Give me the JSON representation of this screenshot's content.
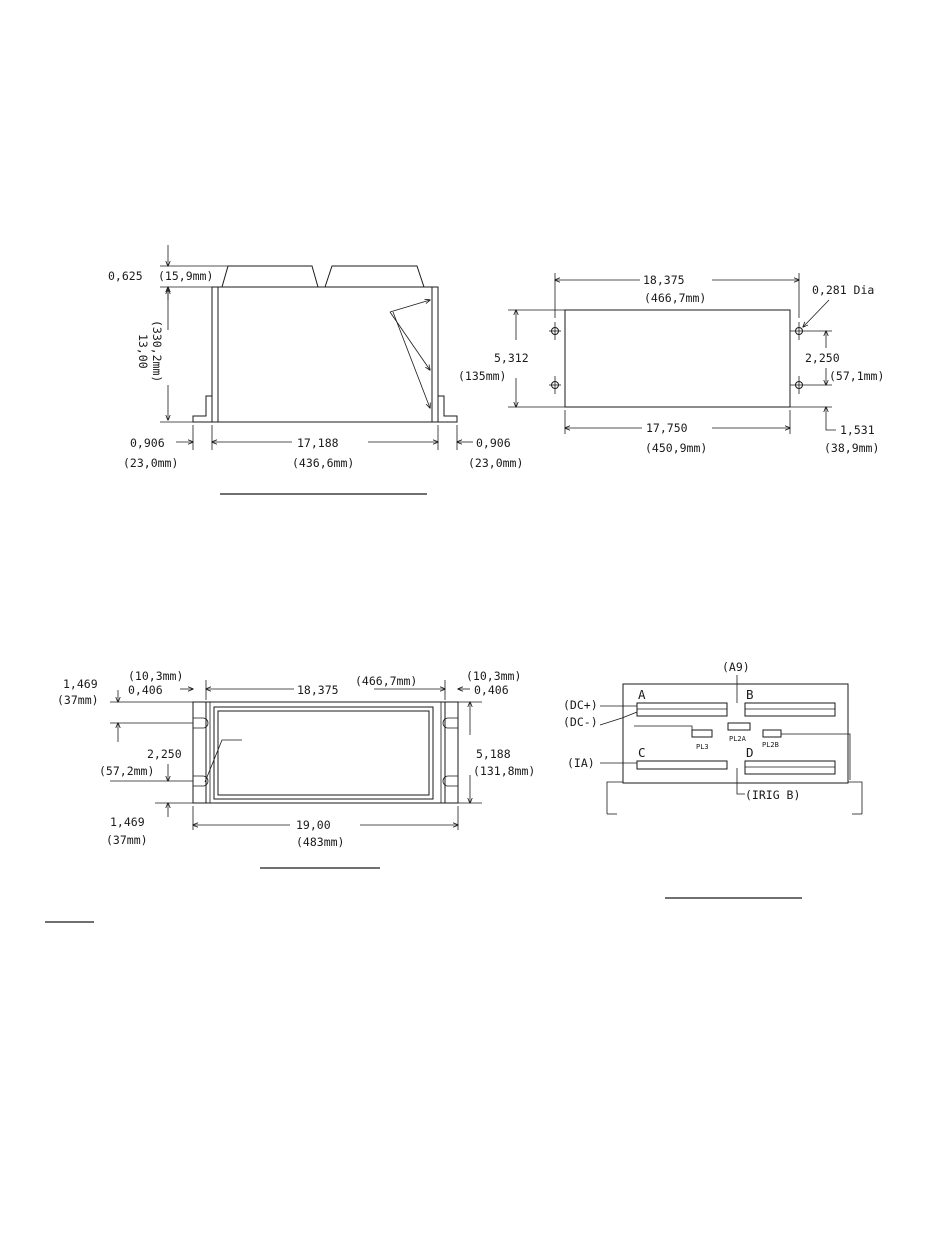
{
  "side_view": {
    "top_offset": "0,625",
    "top_offset_mm": "(15,9mm)",
    "height": "13,00",
    "height_mm": "(330,2mm)",
    "left_margin": "0,906",
    "left_margin_mm": "(23,0mm)",
    "width": "17,188",
    "width_mm": "(436,6mm)",
    "right_margin": "0,906",
    "right_margin_mm": "(23,0mm)"
  },
  "front_view": {
    "width": "18,375",
    "width_mm": "(466,7mm)",
    "hole_dia": "0,281 Dia",
    "height": "5,312",
    "height_mm": "(135mm)",
    "hole_spacing": "2,250",
    "hole_spacing_mm": "(57,1mm)",
    "inner_width": "17,750",
    "inner_width_mm": "(450,9mm)",
    "bottom_offset": "1,531",
    "bottom_offset_mm": "(38,9mm)"
  },
  "panel_view": {
    "left_flange_mm": "(10,3mm)",
    "left_flange": "0,406",
    "hole_span": "18,375",
    "hole_span_mm": "(466,7mm)",
    "right_flange_mm": "(10,3mm)",
    "right_flange": "0,406",
    "top_offset": "1,469",
    "top_offset_mm": "(37mm)",
    "slot_spacing": "2,250",
    "slot_spacing_mm": "(57,2mm)",
    "height": "5,188",
    "height_mm": "(131,8mm)",
    "bottom_offset": "1,469",
    "bottom_offset_mm": "(37mm)",
    "width": "19,00",
    "width_mm": "(483mm)"
  },
  "rear_view": {
    "label_a9": "(A9)",
    "label_dc_pos": "(DC+)",
    "label_dc_neg": "(DC-)",
    "label_ia": "(IA)",
    "label_irig": "(IRIG B)",
    "slot_a": "A",
    "slot_b": "B",
    "slot_c": "C",
    "slot_d": "D",
    "pl3": "PL3",
    "pl2a": "PL2A",
    "pl2b": "PL2B"
  }
}
